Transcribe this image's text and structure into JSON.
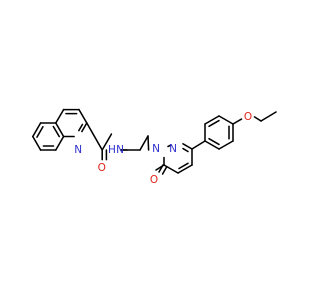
{
  "molecule": {
    "atom_labels": {
      "N_quinoline": "N",
      "O_amide": "O",
      "N_amide": "N",
      "H_amide": "H",
      "N1_pyridazinone": "N",
      "N2_pyridazinone": "N",
      "O_ketone": "O",
      "O_ether": "O"
    },
    "colors": {
      "nitrogen": "#2f2fd0",
      "oxygen": "#e0241b",
      "bond": "#000000"
    }
  }
}
